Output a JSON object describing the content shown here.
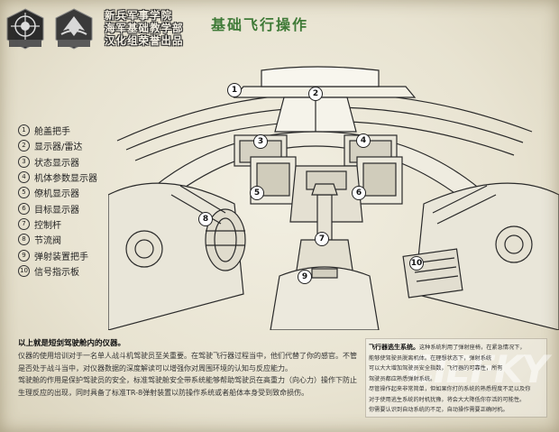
{
  "header": {
    "studio_lines": [
      "新兵军事学院",
      "海军基础教学部",
      "汉化组荣誉出品"
    ],
    "title": "基础飞行操作"
  },
  "logos": {
    "left_caption": "新兵军事学院",
    "right_caption": "海军基础教学部"
  },
  "legend": [
    {
      "num": "1",
      "label": "舱盖把手"
    },
    {
      "num": "2",
      "label": "显示器/雷达"
    },
    {
      "num": "3",
      "label": "状态显示器"
    },
    {
      "num": "4",
      "label": "机体参数显示器"
    },
    {
      "num": "5",
      "label": "僚机显示器"
    },
    {
      "num": "6",
      "label": "目标显示器"
    },
    {
      "num": "7",
      "label": "控制杆"
    },
    {
      "num": "8",
      "label": "节流阀"
    },
    {
      "num": "9",
      "label": "弹射装置把手"
    },
    {
      "num": "10",
      "label": "信号指示板"
    }
  ],
  "badges": [
    "1",
    "2",
    "3",
    "4",
    "5",
    "6",
    "7",
    "8",
    "9",
    "10"
  ],
  "intro": {
    "heading": "以上就是短剑驾驶舱内的仪器。",
    "lines": [
      "仪器的使用培训对于一名单人战斗机驾驶员至关重要。在驾驶飞行器过程当中，他们代替了你的感官。不管",
      "是否处于战斗当中，对仪器数据的深度解读可以增强你对周围环境的认知与反应能力。",
      "驾驶舱的作用是保护驾驶员的安全，标准驾驶舱安全带系统能够帮助驾驶员在高重力（向心力）操作下防止",
      "生理反应的出现，同时具备了标准TR-8弹射装置以防操作系统或者船体本身受到致命损伤。"
    ]
  },
  "escape": {
    "heading": "飞行器逃生系统。",
    "lines": [
      "这种系统利用了弹射座椅，在紧急情况下，",
      "能够使驾驶员脱离机体。在理想状态下，弹射系统",
      "可以大大增加驾驶员安全指数，飞行器的可靠性，所有",
      "驾驶员都应熟悉弹射系统。",
      "尽管操作起来非常简单，但如果你打的系统的熟悉程度不足以及你",
      "对于使用逃生系统的时机犹豫，将会大大降低你存活的可能性。",
      "你需要认识到自动系统的不足，自动操作需要正确时机。"
    ]
  },
  "watermark": "CIEFKY"
}
